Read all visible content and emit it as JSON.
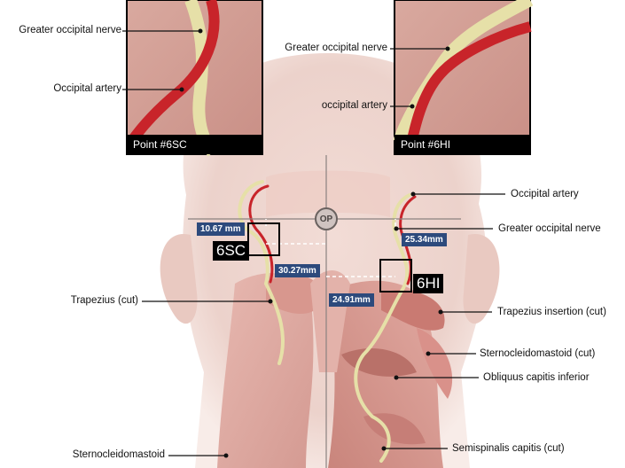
{
  "insets": {
    "left": {
      "caption": "Point #6SC",
      "nerve_label": "Greater occipital nerve",
      "artery_label": "Occipital artery"
    },
    "right": {
      "caption": "Point #6HI",
      "nerve_label": "Greater occipital nerve",
      "artery_label": "occipital artery"
    }
  },
  "landmark": {
    "op_label": "OP"
  },
  "points": {
    "left": "6SC",
    "right": "6HI"
  },
  "measurements": {
    "m1": "10.67 mm",
    "m2": "30.27mm",
    "m3": "25.34mm",
    "m4": "24.91mm"
  },
  "labels": {
    "occipital_artery": "Occipital artery",
    "greater_occipital_nerve": "Greater occipital nerve",
    "trapezius_cut": "Trapezius (cut)",
    "trapezius_insertion_cut": "Trapezius insertion (cut)",
    "sternocleidomastoid_cut": "Sternocleidomastoid (cut)",
    "obliquus_capitis_inferior": "Obliquus capitis inferior",
    "sternocleidomastoid": "Sternocleidomastoid",
    "semispinalis_capitis_cut": "Semispinalis capitis (cut)"
  },
  "colors": {
    "measure_bg": "#2d4a7c",
    "artery": "#c8242a",
    "nerve": "#e6e0a8"
  }
}
